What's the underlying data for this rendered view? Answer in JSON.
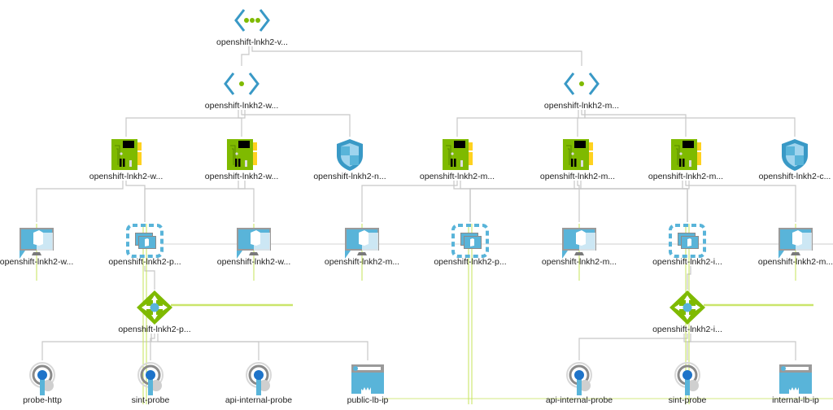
{
  "diagram": {
    "title": "Network topology",
    "nodes": [
      {
        "id": "vnet",
        "type": "vnet",
        "label": "openshift-lnkh2-v...",
        "dots": 3
      },
      {
        "id": "subnet-w",
        "type": "subnet",
        "label": "openshift-lnkh2-w..."
      },
      {
        "id": "subnet-m",
        "type": "subnet",
        "label": "openshift-lnkh2-m..."
      },
      {
        "id": "nic-w1",
        "type": "nic",
        "label": "openshift-lnkh2-w..."
      },
      {
        "id": "nic-w2",
        "type": "nic",
        "label": "openshift-lnkh2-w..."
      },
      {
        "id": "nsg-n",
        "type": "nsg",
        "label": "openshift-lnkh2-n..."
      },
      {
        "id": "nic-m1",
        "type": "nic",
        "label": "openshift-lnkh2-m..."
      },
      {
        "id": "nic-m2",
        "type": "nic",
        "label": "openshift-lnkh2-m..."
      },
      {
        "id": "nic-m3",
        "type": "nic",
        "label": "openshift-lnkh2-m..."
      },
      {
        "id": "nsg-c",
        "type": "nsg",
        "label": "openshift-lnkh2-c..."
      },
      {
        "id": "vm-w1",
        "type": "vm",
        "label": "openshift-lnkh2-w..."
      },
      {
        "id": "pool-p1",
        "type": "pool",
        "label": "openshift-lnkh2-p..."
      },
      {
        "id": "vm-w2",
        "type": "vm",
        "label": "openshift-lnkh2-w..."
      },
      {
        "id": "vm-m1",
        "type": "vm",
        "label": "openshift-lnkh2-m..."
      },
      {
        "id": "pool-p2",
        "type": "pool",
        "label": "openshift-lnkh2-p..."
      },
      {
        "id": "vm-m2",
        "type": "vm",
        "label": "openshift-lnkh2-m..."
      },
      {
        "id": "pool-i",
        "type": "pool",
        "label": "openshift-lnkh2-i..."
      },
      {
        "id": "vm-m3",
        "type": "vm",
        "label": "openshift-lnkh2-m..."
      },
      {
        "id": "lb-p",
        "type": "lb",
        "label": "openshift-lnkh2-p..."
      },
      {
        "id": "lb-i",
        "type": "lb",
        "label": "openshift-lnkh2-i..."
      },
      {
        "id": "probe-http",
        "type": "probe",
        "label": "probe-http"
      },
      {
        "id": "sint-probe-1",
        "type": "probe",
        "label": "sint-probe"
      },
      {
        "id": "api-internal-probe-1",
        "type": "probe",
        "label": "api-internal-probe"
      },
      {
        "id": "public-lb-ip",
        "type": "ip",
        "label": "public-lb-ip"
      },
      {
        "id": "api-internal-probe-2",
        "type": "probe",
        "label": "api-internal-probe"
      },
      {
        "id": "sint-probe-2",
        "type": "probe",
        "label": "sint-probe"
      },
      {
        "id": "internal-lb-ip",
        "type": "ip",
        "label": "internal-lb-ip"
      }
    ],
    "edges": [
      [
        "vnet",
        "subnet-w"
      ],
      [
        "vnet",
        "subnet-m"
      ],
      [
        "subnet-w",
        "nic-w1"
      ],
      [
        "subnet-w",
        "nic-w2"
      ],
      [
        "subnet-w",
        "nsg-n"
      ],
      [
        "subnet-m",
        "nic-m1"
      ],
      [
        "subnet-m",
        "nic-m2"
      ],
      [
        "subnet-m",
        "nic-m3"
      ],
      [
        "subnet-m",
        "nsg-c"
      ],
      [
        "nic-w1",
        "vm-w1"
      ],
      [
        "nic-w1",
        "pool-p1"
      ],
      [
        "nic-w2",
        "pool-p1"
      ],
      [
        "nic-w2",
        "vm-w2"
      ],
      [
        "nic-m1",
        "vm-m1"
      ],
      [
        "nic-m1",
        "pool-p2"
      ],
      [
        "nic-m1",
        "pool-i"
      ],
      [
        "nic-m2",
        "vm-m2"
      ],
      [
        "nic-m2",
        "pool-p2"
      ],
      [
        "nic-m2",
        "pool-i"
      ],
      [
        "nic-m3",
        "vm-m3"
      ],
      [
        "nic-m3",
        "pool-p2"
      ],
      [
        "nic-m3",
        "pool-i"
      ],
      [
        "pool-p1",
        "lb-p"
      ],
      [
        "pool-i",
        "lb-i"
      ],
      [
        "lb-p",
        "probe-http"
      ],
      [
        "lb-p",
        "sint-probe-1"
      ],
      [
        "lb-p",
        "api-internal-probe-1"
      ],
      [
        "lb-p",
        "public-lb-ip"
      ],
      [
        "lb-i",
        "api-internal-probe-2"
      ],
      [
        "lb-i",
        "sint-probe-2"
      ],
      [
        "lb-i",
        "internal-lb-ip"
      ]
    ]
  },
  "colors": {
    "azure_blue": "#3999c6",
    "light_blue": "#59b4d9",
    "green": "#7fba00",
    "edge_gray": "#c8c8c8",
    "highlight_green": "#c5e35a"
  }
}
